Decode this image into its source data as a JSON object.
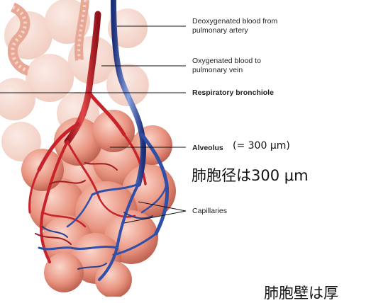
{
  "labels": {
    "deoxygenated": {
      "line1": "Deoxygenated blood from",
      "line2": "pulmonary artery"
    },
    "oxygenated": {
      "line1": "Oxygenated blood to",
      "line2": "pulmonary vein"
    },
    "respiratory_bronchiole": "Respiratory bronchiole",
    "alveolus": "Alveolus",
    "alveolus_size": "(= 300 μm)",
    "capillaries": "Capillaries"
  },
  "annotations": {
    "alveolus_diameter": "肺胞径は300 μm",
    "alveolus_wall": "肺胞壁は厚"
  },
  "colors": {
    "artery_red": "#c8222a",
    "vein_blue": "#2f4fa8",
    "alveolus_pink": "#e89a8a",
    "background_tissue": "#f6d9cf"
  }
}
